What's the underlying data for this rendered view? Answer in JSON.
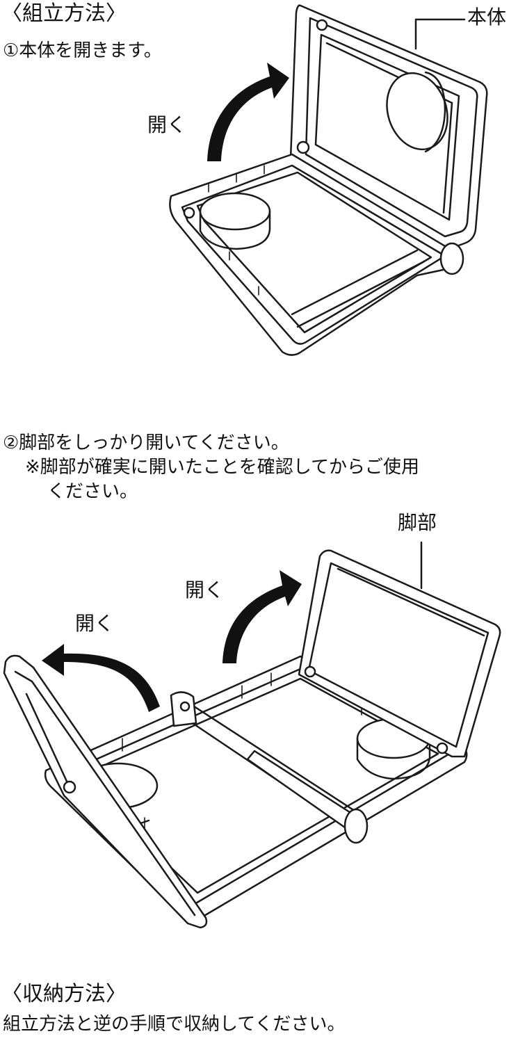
{
  "assembly": {
    "heading": "〈組立方法〉",
    "step1": "①本体を開きます。",
    "step2": "②脚部をしっかり開いてください。",
    "note_line1": "※脚部が確実に開いたことを確認してからご使用",
    "note_line2": "ください。"
  },
  "figure1": {
    "body_label": "本体",
    "open_label": "開く"
  },
  "figure2": {
    "legs_label": "脚部",
    "open_label_right": "開く",
    "open_label_left": "開く"
  },
  "storage": {
    "heading": "〈収納方法〉",
    "text": "組立方法と逆の手順で収納してください。"
  }
}
